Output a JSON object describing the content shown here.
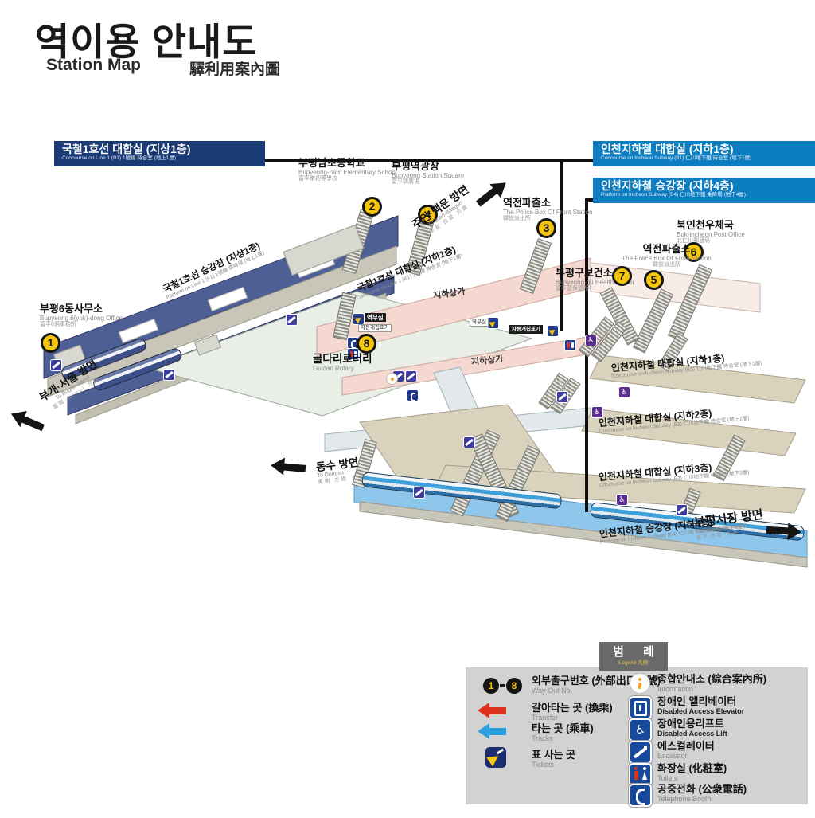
{
  "title": {
    "ko": "역이용 안내도",
    "en": "Station Map",
    "hanja": "驛利用案內圖"
  },
  "banners": {
    "line1": {
      "label": "국철1호선 대합실 (지상1층)",
      "sub": "Concourse on Line 1 (B1)    1號線 待合室 (地上1層)"
    },
    "incheon_concourse": {
      "label": "인천지하철 대합실 (지하1층)",
      "sub": "Concourse on Incheon Subway (B1)   仁川地下鐵 待合室 (地下1層)"
    },
    "incheon_platform": {
      "label": "인천지하철 승강장 (지하4층)",
      "sub": "Platform on Incheon Subway (B4)   仁川地下鐵 乘降場 (地下4層)"
    }
  },
  "exits": {
    "e1": {
      "no": "1",
      "ko": "부평6동사무소",
      "en": "Bupyeong 6(yuk)-dong Office",
      "hanja": "富平6洞事務所"
    },
    "e2": {
      "no": "2",
      "ko": "부평남초등학교",
      "en": "Bupyeong-nam Elementary School",
      "hanja": "富平南初等學校"
    },
    "e3": {
      "no": "3",
      "ko": "역전파출소",
      "en": "The Police Box Of Front Station",
      "hanja": "驛前派出所"
    },
    "e4": {
      "no": "4",
      "ko": "부평역광장",
      "en": "Bupyeong Station Square",
      "hanja": "富平驛廣場"
    },
    "e5": {
      "no": "5",
      "ko": "역전파출소",
      "en": "The Police Box Of Front Station",
      "hanja": "驛前派出所"
    },
    "e6": {
      "no": "6",
      "ko": "북인천우체국",
      "en": "Buk-incheon Post Office",
      "hanja": "北仁川郵遞局"
    },
    "e7": {
      "no": "7",
      "ko": "부평구보건소",
      "en": "Bupyeong-gu Health Center",
      "hanja": "富平區保健所"
    },
    "e8": {
      "no": "8"
    }
  },
  "directions": {
    "juan": {
      "ko": "주안·백운 방면",
      "en": "To Juan·Baegun",
      "hanja": "朱安·白雲 方面"
    },
    "bugae": {
      "ko": "부개·서울 방면",
      "en": "To Bugae·Seoul",
      "hanja": "富開·Seoul 方面"
    },
    "dongsu": {
      "ko": "동수 방면",
      "en": "To Dongsu",
      "hanja": "東樹 方面"
    },
    "market": {
      "ko": "부평시장 방면",
      "en": "To Bupyeong Market",
      "hanja": "富平市場 方面"
    }
  },
  "areas": {
    "line1_platform": {
      "ko": "국철1호선 승강장 (지상1층)",
      "sub": "Platform on Line 1 (F1)   1號線 乘降場 (地上1層)"
    },
    "line1_concourse": {
      "ko": "국철1호선 대합실 (지하1층)",
      "sub": "Concourse on Line 1 (B1)   1號線 待合室 (地下1層)"
    },
    "mall1": "지하상가",
    "mall2": "지하상가",
    "guldari": {
      "ko": "굴다리로터리",
      "en": "Guldari Rotary"
    },
    "incheon_b1": {
      "ko": "인천지하철 대합실 (지하1층)",
      "sub": "Concourse on Incheon Subway (B1)   仁川地下鐵 待合室 (地下1層)"
    },
    "incheon_b2": {
      "ko": "인천지하철 대합실 (지하2층)",
      "sub": "Concourse on Incheon Subway (B2)   仁川地下鐵 待合室 (地下2層)"
    },
    "incheon_b3": {
      "ko": "인천지하철 대합실 (지하3층)",
      "sub": "Concourse on Incheon Subway (B3)   仁川地下鐵 待合室 (地下3層)"
    },
    "incheon_b4": {
      "ko": "인천지하철 승강장 (지하4층)",
      "sub": "Platform on Incheon Subway (B4)   仁川地下鐵 乘降場 (地下4層)"
    },
    "station_office_1": "역무실",
    "station_office_2": "역무실",
    "ticket_gate_1": "자동개집표기",
    "ticket_gate_2": "자동개집표기"
  },
  "legend": {
    "header": {
      "ko": "범 례",
      "sub": "Legend 凡例"
    },
    "way_out_first": "1",
    "way_out_last": "8",
    "left": [
      {
        "ko": "외부출구번호 (外部出口番號)",
        "en": "Way Out No."
      },
      {
        "ko": "갈아타는 곳 (換乘)",
        "en": "Transfer"
      },
      {
        "ko": "타는 곳 (乘車)",
        "en": "Tracks"
      },
      {
        "ko": "표 사는 곳",
        "en": "Tickets"
      }
    ],
    "right": [
      {
        "ko": "종합안내소 (綜合案內所)",
        "en": "Information"
      },
      {
        "ko": "장애인 엘리베이터",
        "en": "Disabled Access Elevator"
      },
      {
        "ko": "장애인용리프트",
        "en": "Disabled Access Lift"
      },
      {
        "ko": "에스컬레이터",
        "en": "Escalator"
      },
      {
        "ko": "화장실 (化粧室)",
        "en": "Toilets"
      },
      {
        "ko": "공중전화 (公衆電話)",
        "en": "Telephone Booth"
      }
    ]
  },
  "icons": {
    "wheelchair": "♿"
  },
  "colors": {
    "banner_navy": "#1a3a75",
    "banner_blue": "#0d7dc2",
    "exit_yellow": "#f6c60d",
    "line1_navy": "#4d5f95",
    "line1_concourse_pink": "#f5d8d0",
    "incheon_blue": "#8ec6ec",
    "floor_beige": "#d9d2bc",
    "ground_sage": "#e9eee6",
    "legend_blue": "#17499c",
    "transfer_red": "#e0301e",
    "tracks_blue": "#2b9fe0"
  }
}
